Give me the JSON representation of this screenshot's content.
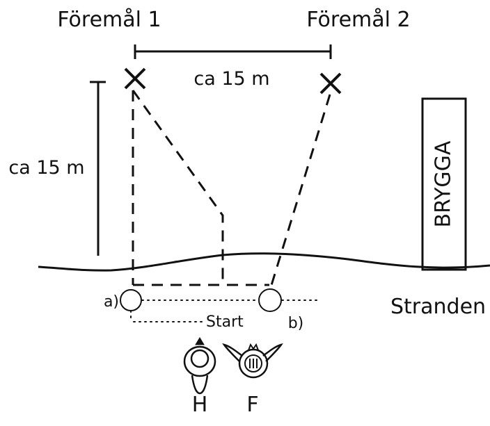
{
  "labels": {
    "object_1": "Föremål 1",
    "object_2": "Föremål 2",
    "distance_horizontal": "ca 15 m",
    "distance_vertical": "ca 15 m",
    "dock": "BRYGGA",
    "beach": "Stranden",
    "start": "Start",
    "position_a": "a)",
    "position_b": "b)",
    "handler": "H",
    "dog": "F"
  },
  "colors": {
    "ink": "#111111",
    "background": "#ffffff"
  }
}
